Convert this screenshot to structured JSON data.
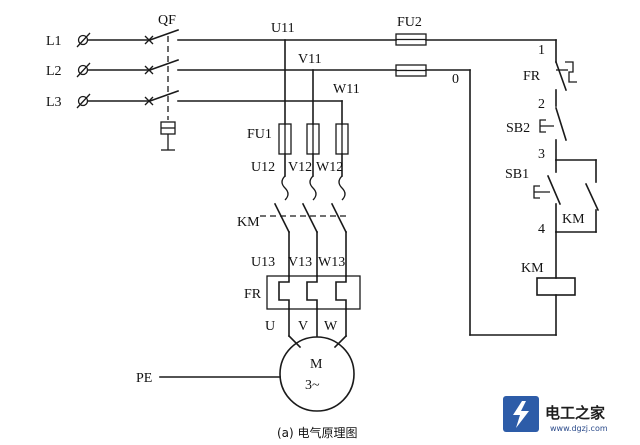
{
  "phases": {
    "l1": "L1",
    "l2": "L2",
    "l3": "L3"
  },
  "breaker": "QF",
  "nodes_top": {
    "u11": "U11",
    "v11": "V11",
    "w11": "W11"
  },
  "fuse_main": "FU1",
  "fuse_ctrl": "FU2",
  "nodes_mid": {
    "u12": "U12",
    "v12": "V12",
    "w12": "W12"
  },
  "contactor_main": "KM",
  "nodes_low": {
    "u13": "U13",
    "v13": "V13",
    "w13": "W13"
  },
  "relay_main": "FR",
  "motor_terms": {
    "u": "U",
    "v": "V",
    "w": "W"
  },
  "motor": {
    "name": "M",
    "type": "3~"
  },
  "pe": "PE",
  "control": {
    "n0": "0",
    "n1": "1",
    "n2": "2",
    "n3": "3",
    "n4": "4",
    "fr": "FR",
    "sb2": "SB2",
    "sb1": "SB1",
    "km_aux": "KM",
    "km_coil": "KM"
  },
  "caption": "(a)  电气原理图",
  "watermark": {
    "brand": "电工之家",
    "url": "www.dgzj.com",
    "icon": "lightning-bolt-icon"
  }
}
